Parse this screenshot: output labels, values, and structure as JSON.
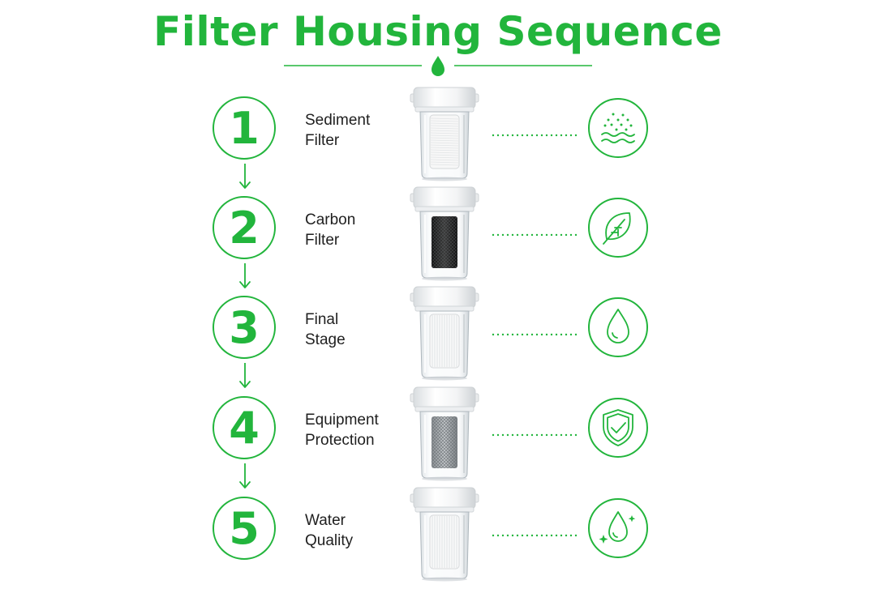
{
  "title": "Filter Housing Sequence",
  "colors": {
    "accent": "#22b53c",
    "text": "#1f1f1f"
  },
  "steps": [
    {
      "number": "1",
      "label_line1": "Sediment",
      "label_line2": "Filter",
      "cartridge": "white-wrapped",
      "icon": "sediment-particles-icon"
    },
    {
      "number": "2",
      "label_line1": "Carbon",
      "label_line2": "Filter",
      "cartridge": "black-carbon-block",
      "icon": "leaf-icon"
    },
    {
      "number": "3",
      "label_line1": "Final",
      "label_line2": "Stage",
      "cartridge": "white-pleated",
      "icon": "water-drop-icon"
    },
    {
      "number": "4",
      "label_line1": "Equipment",
      "label_line2": "Protection",
      "cartridge": "gray-mesh",
      "icon": "shield-check-icon"
    },
    {
      "number": "5",
      "label_line1": "Water",
      "label_line2": "Quality",
      "cartridge": "white-pleated",
      "icon": "sparkle-drop-icon"
    }
  ]
}
